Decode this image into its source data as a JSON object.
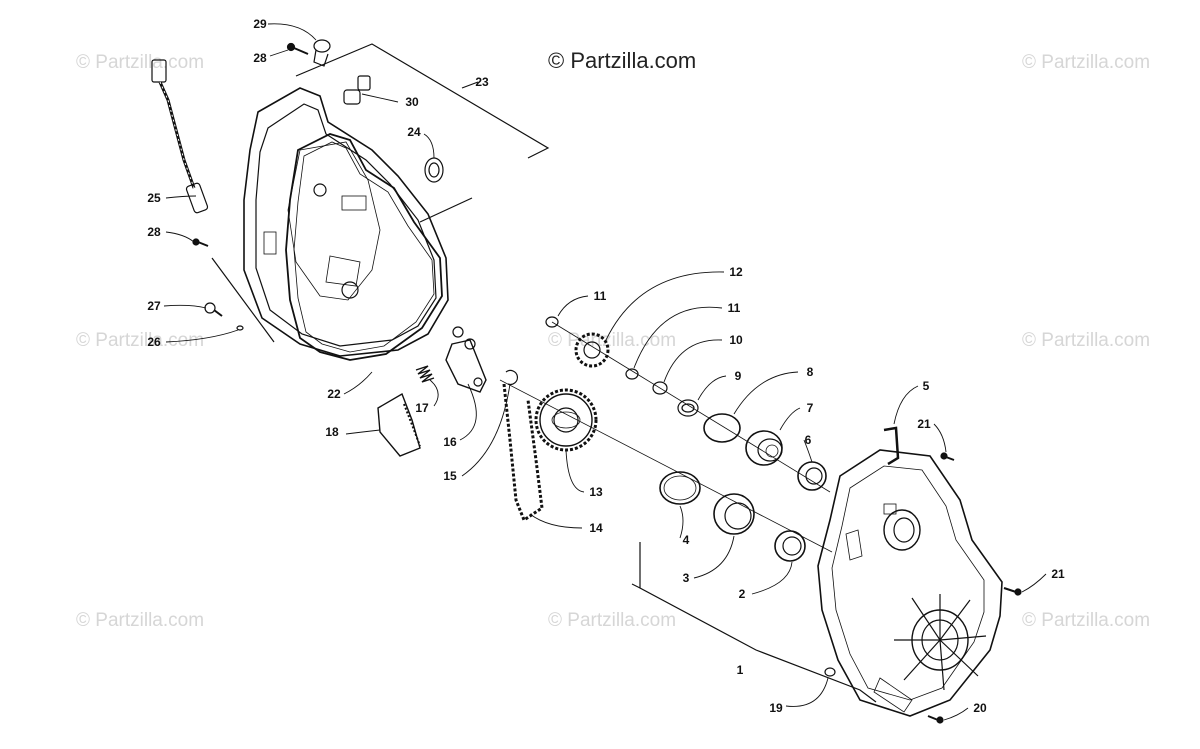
{
  "copyright": "© Partzilla.com",
  "watermark": "© Partzilla.com",
  "callouts": [
    {
      "id": "c29",
      "text": "29"
    },
    {
      "id": "c28a",
      "text": "28"
    },
    {
      "id": "c30",
      "text": "30"
    },
    {
      "id": "c23",
      "text": "23"
    },
    {
      "id": "c24",
      "text": "24"
    },
    {
      "id": "c25",
      "text": "25"
    },
    {
      "id": "c28b",
      "text": "28"
    },
    {
      "id": "c27",
      "text": "27"
    },
    {
      "id": "c26",
      "text": "26"
    },
    {
      "id": "c22",
      "text": "22"
    },
    {
      "id": "c18",
      "text": "18"
    },
    {
      "id": "c17",
      "text": "17"
    },
    {
      "id": "c16",
      "text": "16"
    },
    {
      "id": "c15",
      "text": "15"
    },
    {
      "id": "c14",
      "text": "14"
    },
    {
      "id": "c13",
      "text": "13"
    },
    {
      "id": "c12",
      "text": "12"
    },
    {
      "id": "c11a",
      "text": "11"
    },
    {
      "id": "c11b",
      "text": "11"
    },
    {
      "id": "c10",
      "text": "10"
    },
    {
      "id": "c9",
      "text": "9"
    },
    {
      "id": "c8",
      "text": "8"
    },
    {
      "id": "c7",
      "text": "7"
    },
    {
      "id": "c6",
      "text": "6"
    },
    {
      "id": "c5",
      "text": "5"
    },
    {
      "id": "c21a",
      "text": "21"
    },
    {
      "id": "c21b",
      "text": "21"
    },
    {
      "id": "c4",
      "text": "4"
    },
    {
      "id": "c3",
      "text": "3"
    },
    {
      "id": "c2",
      "text": "2"
    },
    {
      "id": "c1",
      "text": "1"
    },
    {
      "id": "c19",
      "text": "19"
    },
    {
      "id": "c20",
      "text": "20"
    }
  ]
}
